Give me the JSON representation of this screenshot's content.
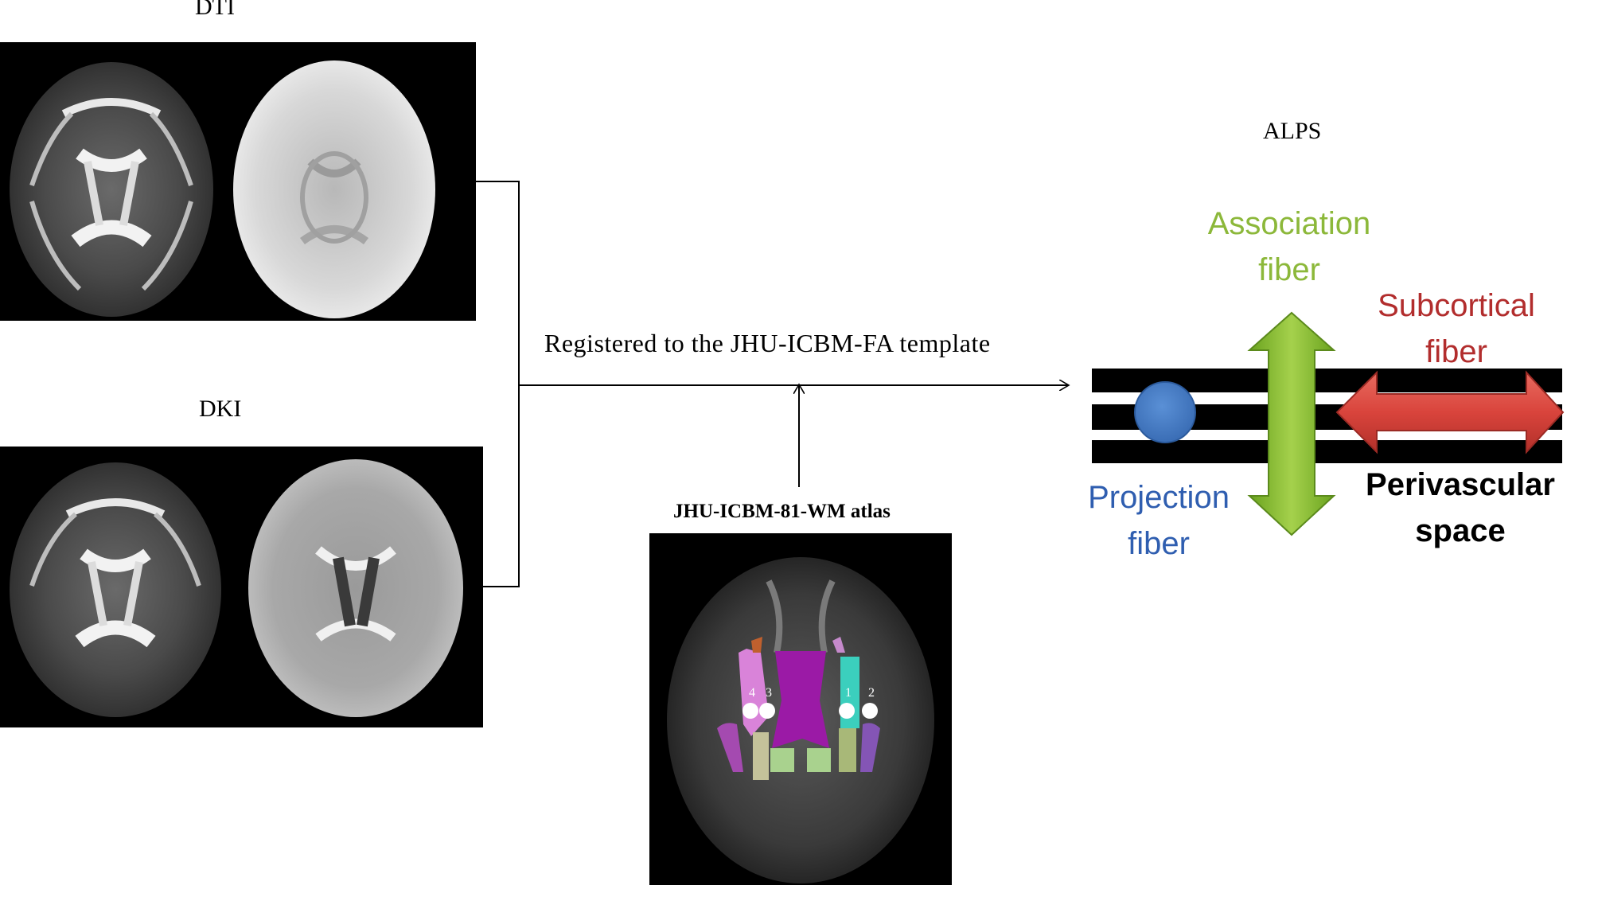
{
  "labels": {
    "dti": "DTI",
    "dki": "DKI",
    "registered": "Registered to the JHU-ICBM-FA template",
    "atlas": "JHU-ICBM-81-WM atlas",
    "alps": "ALPS"
  },
  "fibers": {
    "association": [
      "Association",
      "fiber"
    ],
    "subcortical": [
      "Subcortical",
      "fiber"
    ],
    "projection": [
      "Projection",
      "fiber"
    ],
    "perivascular": [
      "Perivascular",
      "space"
    ]
  },
  "atlas_regions": [
    "1",
    "2",
    "3",
    "4"
  ],
  "colors": {
    "association": "#8cb83a",
    "subcortical": "#b22d2d",
    "projection": "#2f5eb0",
    "perivascular": "#000000",
    "green_arrow": "#7fb32a",
    "red_arrow": "#d9443c",
    "blue_circle": "#4a80c8"
  }
}
